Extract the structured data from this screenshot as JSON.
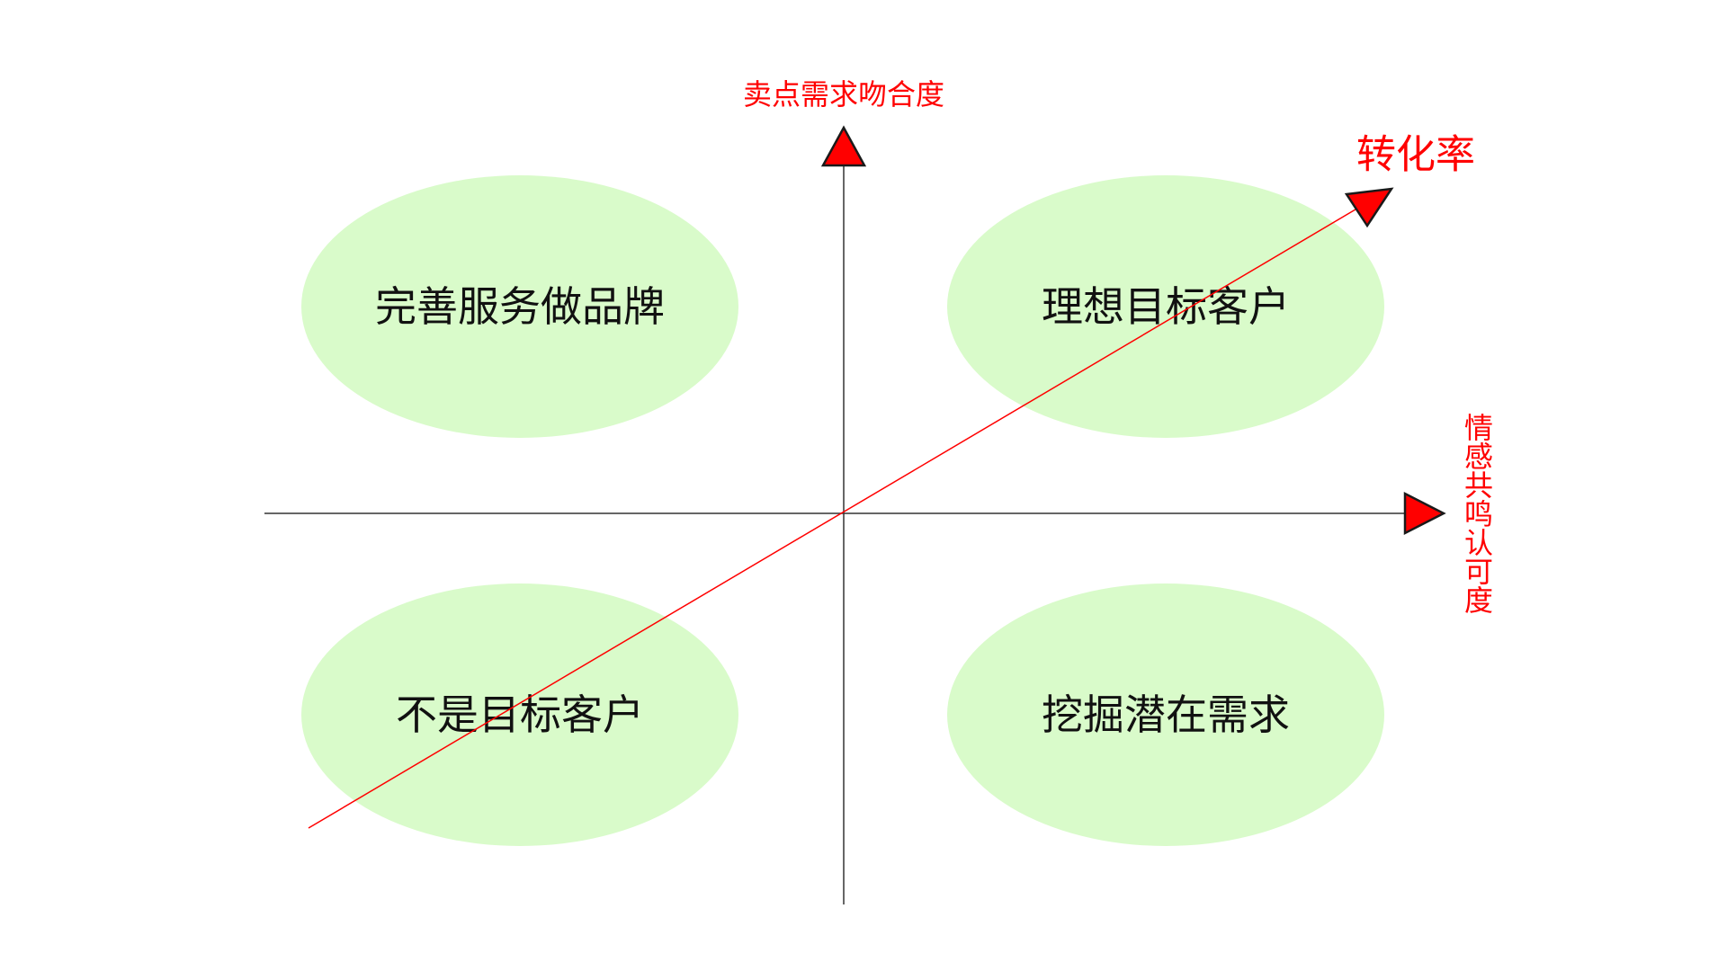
{
  "colors": {
    "ellipse_fill": "#d9fbca",
    "axis_line": "#333333",
    "accent_red": "#ff0000",
    "arrow_stroke": "#1a1a1a"
  },
  "axes": {
    "vertical_label": "卖点需求吻合度",
    "horizontal_label": "情感共鸣认可度"
  },
  "trend": {
    "label": "转化率"
  },
  "quadrants": {
    "top_left": "完善服务做品牌",
    "top_right": "理想目标客户",
    "bottom_left": "不是目标客户",
    "bottom_right": "挖掘潜在需求"
  }
}
